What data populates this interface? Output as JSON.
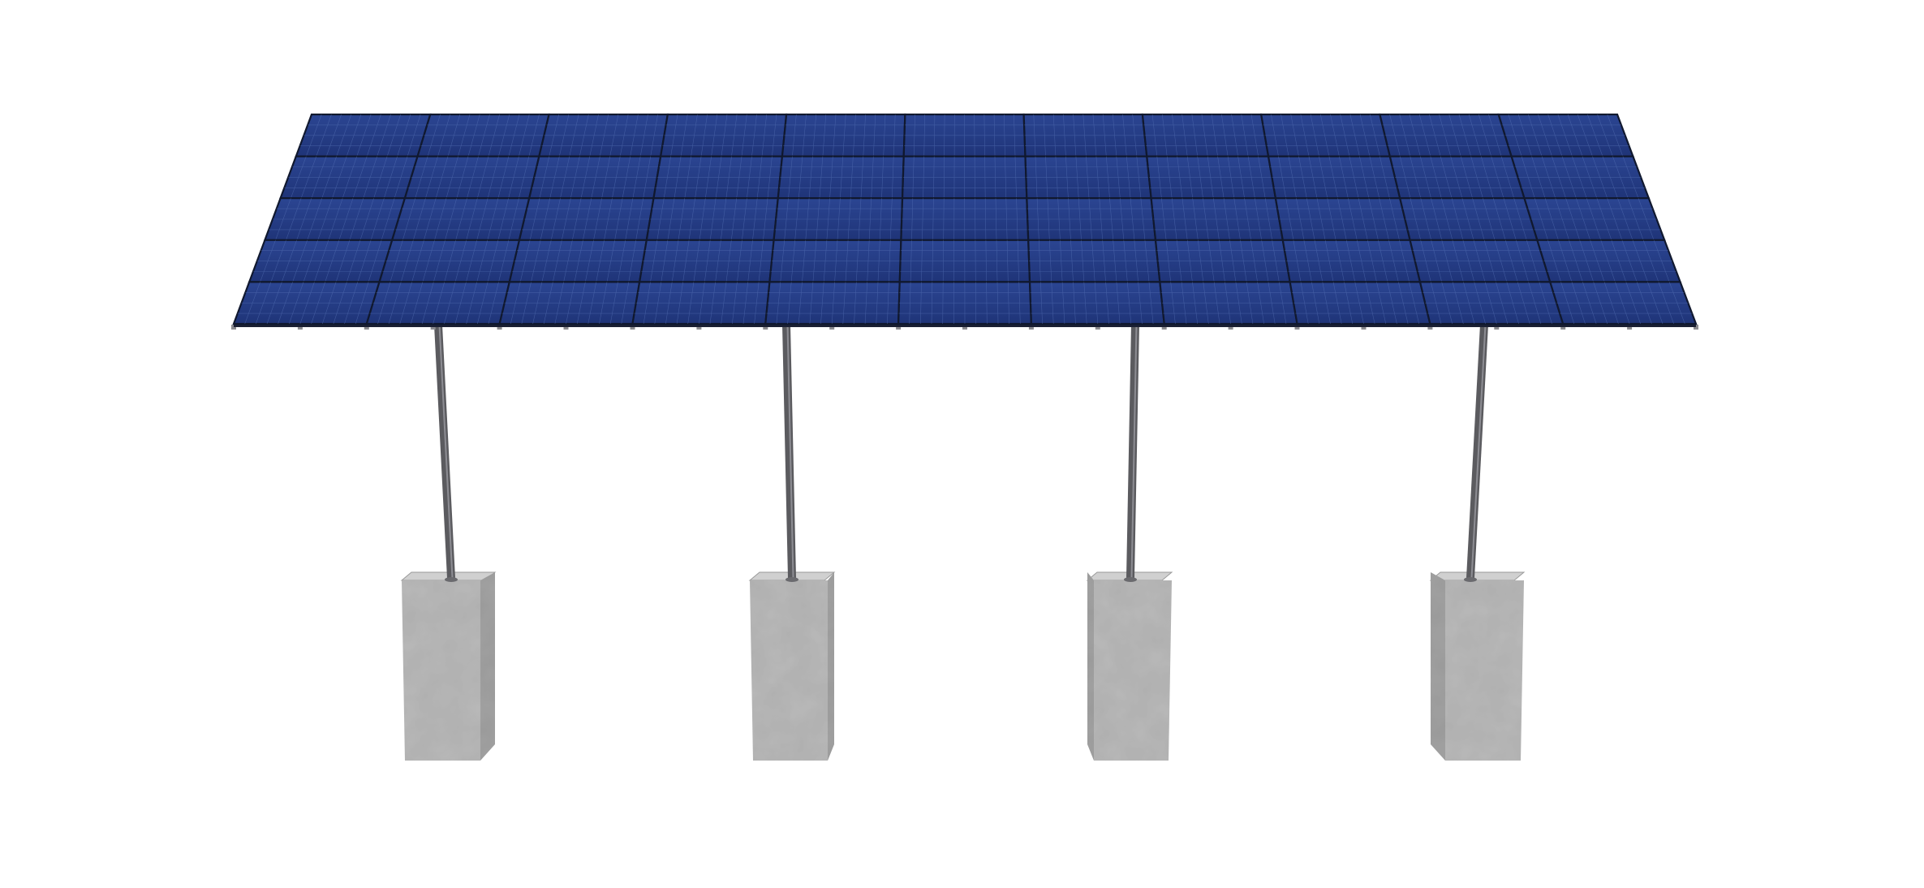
{
  "scene": {
    "subject": "solar-carport-illustration",
    "background_color": "#ffffff",
    "panel_array": {
      "columns": 11,
      "rows": 5,
      "panel_color": "#243a86",
      "panel_highlight": "#34509e",
      "frame_color": "#10182e",
      "cell_line_color": "#5a74b8",
      "cells_per_panel_across": 12,
      "cells_per_panel_down": 4
    },
    "supports": {
      "count": 4,
      "pole_color": "#5b5b5f",
      "pole_highlight": "#9a9aa0",
      "concrete_front": "#b9b9b9",
      "concrete_side": "#a2a2a2",
      "concrete_top": "#d0d0d0"
    }
  }
}
